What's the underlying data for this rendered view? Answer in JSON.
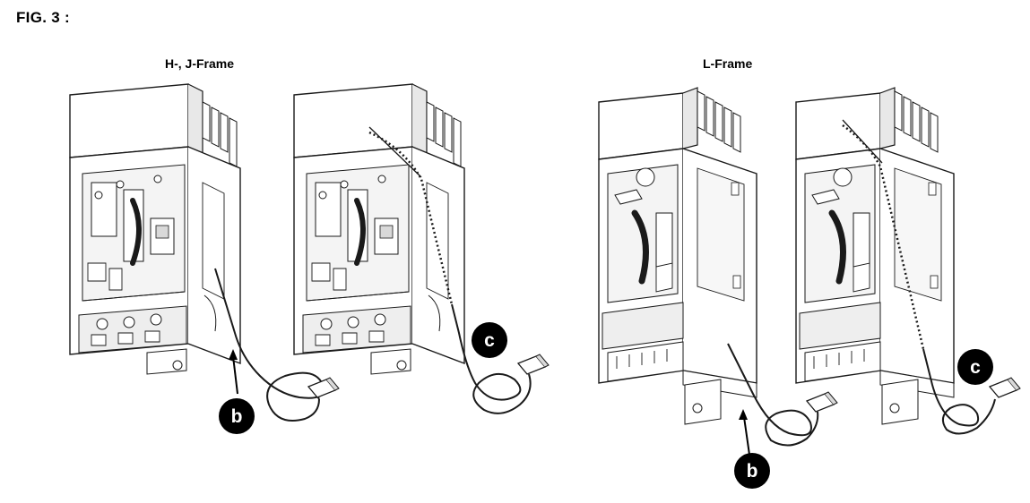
{
  "figure": {
    "title": "FIG. 3 :"
  },
  "groups": [
    {
      "label": "H-, J-Frame"
    },
    {
      "label": "L-Frame"
    }
  ],
  "callouts": {
    "b": "b",
    "c": "c"
  },
  "colors": {
    "line": "#1a1a1a",
    "fill": "#ffffff",
    "shade": "#d9d9d9",
    "callout_bg": "#000000"
  }
}
